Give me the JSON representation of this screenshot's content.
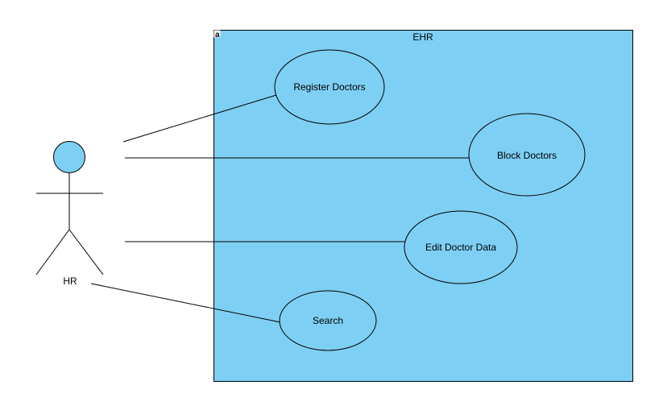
{
  "diagram": {
    "type": "use-case",
    "system": {
      "title": "EHR",
      "corner_mark": "a"
    },
    "actor": {
      "name": "HR"
    },
    "use_cases": [
      {
        "label": "Register Doctors"
      },
      {
        "label": "Block Doctors"
      },
      {
        "label": "Edit Doctor Data"
      },
      {
        "label": "Search"
      }
    ],
    "associations": [
      {
        "from": "HR",
        "to": "Register Doctors"
      },
      {
        "from": "HR",
        "to": "Block Doctors"
      },
      {
        "from": "HR",
        "to": "Edit Doctor Data"
      },
      {
        "from": "HR",
        "to": "Search"
      }
    ]
  },
  "colors": {
    "system_fill": "#7ecff4",
    "use_case_fill": "#7ecff4",
    "actor_head_fill": "#7ecff4",
    "stroke": "#000000",
    "background": "#ffffff"
  }
}
